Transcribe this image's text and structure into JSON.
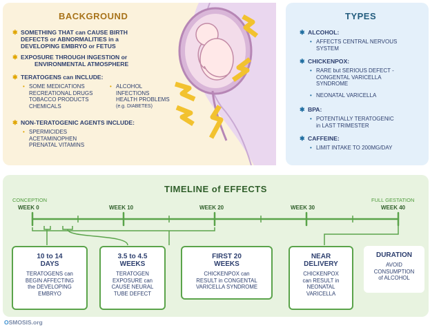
{
  "background": {
    "title": "BACKGROUND",
    "items": [
      "SOMETHING THAT can CAUSE BIRTH",
      "DEFECTS or ABNORMALITIES in a",
      "DEVELOPING EMBRYO or FETUS",
      "EXPOSURE THROUGH INGESTION or",
      "ENVIRONMENTAL ATMOSPHERE",
      "TERATOGENS can INCLUDE:"
    ],
    "teratogens_left": [
      "SOME MEDICATIONS",
      "RECREATIONAL DRUGS",
      "TOBACCO PRODUCTS",
      "CHEMICALS"
    ],
    "teratogens_right": [
      "ALCOHOL",
      "INFECTIONS",
      "HEALTH PROBLEMS",
      "(e.g. DIABETES)"
    ],
    "non_teratogenic_heading": "NON-TERATOGENIC AGENTS INCLUDE:",
    "non_teratogenic": [
      "SPERMICIDES",
      "ACETAMINOPHEN",
      "PRENATAL VITAMINS"
    ]
  },
  "types": {
    "title": "TYPES",
    "alcohol": "ALCOHOL:",
    "alcohol_items": [
      "AFFECTS CENTRAL NERVOUS",
      "SYSTEM"
    ],
    "chickenpox": "CHICKENPOX:",
    "chickenpox_items": [
      "RARE but SERIOUS DEFECT -",
      "CONGENTAL VARICELLA",
      "SYNDROME",
      "NEONATAL VARICELLA"
    ],
    "bpa": "BPA:",
    "bpa_items": [
      "POTENTIALLY TERATOGENIC",
      "in LAST TRIMESTER"
    ],
    "caffeine": "CAFFEINE:",
    "caffeine_items": [
      "LIMIT INTAKE TO 200MG/DAY"
    ]
  },
  "timeline": {
    "title": "TIMELINE of EFFECTS",
    "conception": "CONCEPTION",
    "full_gestation": "FULL GESTATION",
    "weeks": [
      "WEEK 0",
      "WEEK 10",
      "WEEK 20",
      "WEEK 30",
      "WEEK 40"
    ],
    "boxes": [
      {
        "title": [
          "10 to 14",
          "DAYS"
        ],
        "body": [
          "TERATOGENS can",
          "BEGIN AFFECTING",
          "the DEVELOPING",
          "EMBRYO"
        ]
      },
      {
        "title": [
          "3.5 to 4.5",
          "WEEKS"
        ],
        "body": [
          "TERATOGEN",
          "EXPOSURE can",
          "CAUSE NEURAL",
          "TUBE DEFECT"
        ]
      },
      {
        "title": [
          "FIRST 20",
          "WEEKS"
        ],
        "body": [
          "CHICKENPOX can",
          "RESULT in CONGENTAL",
          "VARICELLA SYNDROME"
        ]
      },
      {
        "title": [
          "NEAR",
          "DELIVERY"
        ],
        "body": [
          "CHICKENPOX",
          "can RESULT in",
          "NEONATAL",
          "VARICELLA"
        ]
      },
      {
        "title": [
          "DURATION"
        ],
        "body": [
          "AVOID",
          "CONSUMPTION",
          "of ALCOHOL"
        ]
      }
    ]
  },
  "logo": {
    "o": "O",
    "rest": "SMOSIS.org"
  },
  "colors": {
    "background_panel": "#fbf2dc",
    "types_panel": "#e4f0fa",
    "timeline_panel": "#e8f3e0",
    "timeline_green": "#5aa34a",
    "bullet_yellow": "#e0a500"
  }
}
